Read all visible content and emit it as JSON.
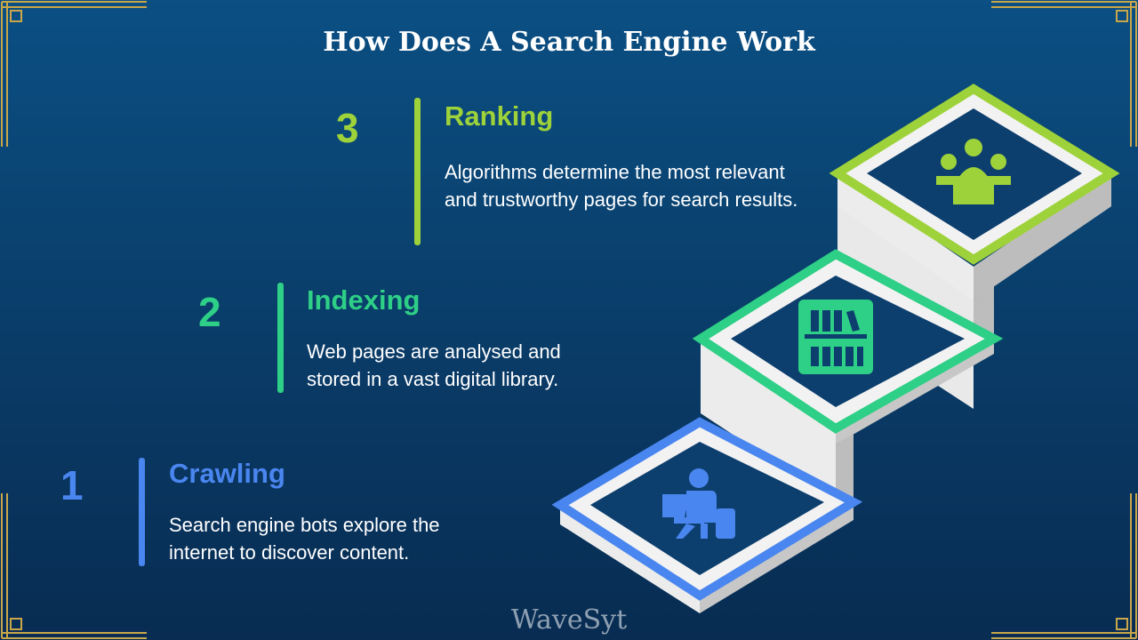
{
  "title": "How Does A Search Engine Work",
  "steps": [
    {
      "number": "1",
      "heading": "Crawling",
      "description": "Search engine bots explore the internet to discover content.",
      "color": "#4a86ef",
      "icon": "person-laptop-icon"
    },
    {
      "number": "2",
      "heading": "Indexing",
      "description": "Web pages are analysed and stored in a vast digital library.",
      "color": "#2ecf86",
      "icon": "library-icon"
    },
    {
      "number": "3",
      "heading": "Ranking",
      "description": "Algorithms determine the most relevant and trustworthy pages for search results.",
      "color": "#9ed23a",
      "icon": "group-meeting-icon"
    }
  ],
  "watermark": "WaveSyt",
  "colors": {
    "background_top": "#0b4f83",
    "background_bottom": "#082c52",
    "stair_face_light": "#ececec",
    "stair_face_dark": "#c4c4c4",
    "tile_fill": "#0d3f6e",
    "frame_gold": "#c9a64a"
  }
}
